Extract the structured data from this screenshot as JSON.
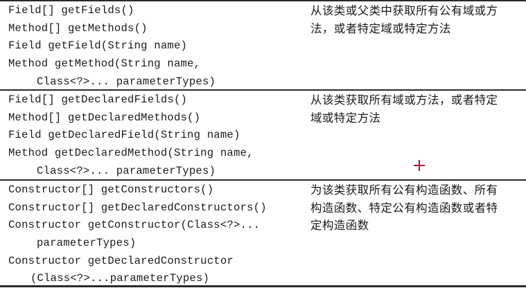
{
  "sections": [
    {
      "code": [
        "Field[] getFields()",
        "Method[] getMethods()",
        "Field getField(String name)",
        "Method getMethod(String name,",
        "Class<?>... parameterTypes)"
      ],
      "description": [
        "从该类或父类中获取所有公有域或方",
        "法，或者特定域或特定方法"
      ]
    },
    {
      "code": [
        "Field[] getDeclaredFields()",
        "Method[] getDeclaredMethods()",
        "Field getDeclaredField(String name)",
        "Method getDeclaredMethod(String name,",
        "Class<?>... parameterTypes)"
      ],
      "description": [
        "从该类获取所有域或方法，或者特定",
        "域或特定方法"
      ]
    },
    {
      "code": [
        "Constructor[] getConstructors()",
        "Constructor[] getDeclaredConstructors()",
        "Constructor getConstructor(Class<?>...",
        "parameterTypes)",
        "Constructor getDeclaredConstructor",
        "(Class<?>...parameterTypes)"
      ],
      "description": [
        "为该类获取所有公有构造函数、所有",
        "构造函数、特定公有构造函数或者特",
        "定构造函数"
      ]
    }
  ],
  "cursor": {
    "icon": "crosshair-icon",
    "color": "#c8102e"
  }
}
